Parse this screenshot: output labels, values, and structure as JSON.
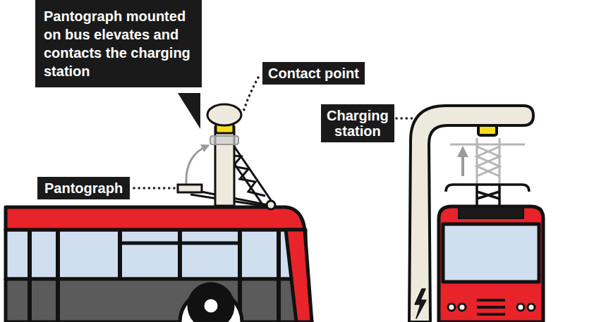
{
  "diagram": {
    "labels": [
      "Pantograph mounted on bus elevates and contacts the charging station",
      "Contact point",
      "Charging station",
      "Pantograph"
    ]
  }
}
